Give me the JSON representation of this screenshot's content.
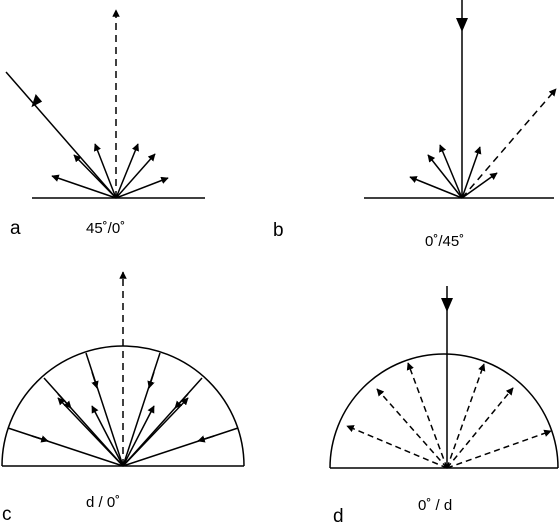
{
  "panels": [
    {
      "id": "a",
      "letter": "a",
      "geometry": "45˚/0˚"
    },
    {
      "id": "b",
      "letter": "b",
      "geometry": "0˚/45˚"
    },
    {
      "id": "c",
      "letter": "c",
      "geometry": "d / 0˚"
    },
    {
      "id": "d",
      "letter": "d",
      "geometry": "0˚ / d"
    }
  ],
  "colors": {
    "stroke": "#000000",
    "background": "#ffffff"
  }
}
